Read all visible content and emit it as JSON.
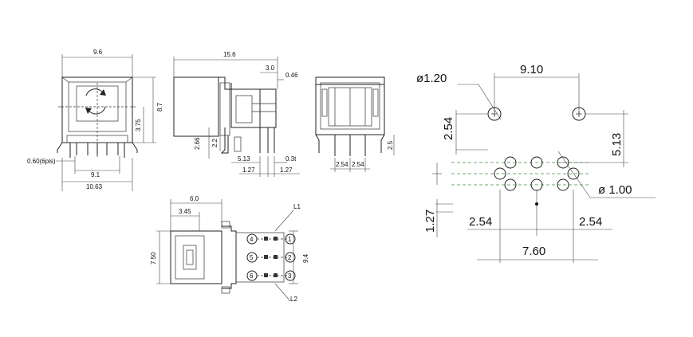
{
  "front_view": {
    "top_width": "9.6",
    "total_height": "8.7",
    "center_height": "3.75",
    "pin_width": "0.60(6pls)",
    "pin_span": "9.1",
    "bottom_width": "10.63"
  },
  "side_view": {
    "length": "15.6",
    "a": "3.0",
    "b": "0.46",
    "c": "2.66",
    "d": "2.2",
    "e": "5.13",
    "f": "0.3t",
    "g": "1.27",
    "h": "1.27"
  },
  "rear_view": {
    "height": "2.5",
    "pitch1": "2.54",
    "pitch2": "2.54"
  },
  "bottom_view": {
    "w1": "6.0",
    "w2": "3.45",
    "h": "7.50",
    "pin_h": "9.4",
    "l1": "L1",
    "l2": "L2",
    "pins": [
      "1",
      "2",
      "3",
      "4",
      "5",
      "6"
    ]
  },
  "footprint": {
    "mount_dia": "ø1.20",
    "mount_span": "9.10",
    "pitch_v": "2.54",
    "offset_v": "5.13",
    "hole_dia": "ø 1.00",
    "row_gap": "1.27",
    "pitch_l": "2.54",
    "pitch_r": "2.54",
    "total": "7.60"
  }
}
